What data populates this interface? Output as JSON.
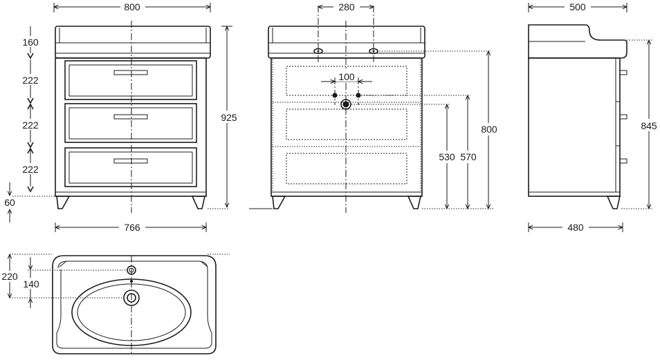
{
  "front_view": {
    "width_total": "800",
    "width_cabinet": "766",
    "height_top": "160",
    "height_drawer_1": "222",
    "height_drawer_2": "222",
    "height_drawer_3": "222",
    "height_plinth": "60",
    "height_total": "925"
  },
  "back_view": {
    "tap_spacing": "280",
    "inlet_spacing": "100",
    "height_inlets": "570",
    "height_drain": "530",
    "height_taps": "800"
  },
  "side_view": {
    "depth_total": "500",
    "depth_cabinet": "480",
    "height_cabinet": "845"
  },
  "basin_top_view": {
    "tap_to_back": "220",
    "drain_to_tap": "140"
  }
}
